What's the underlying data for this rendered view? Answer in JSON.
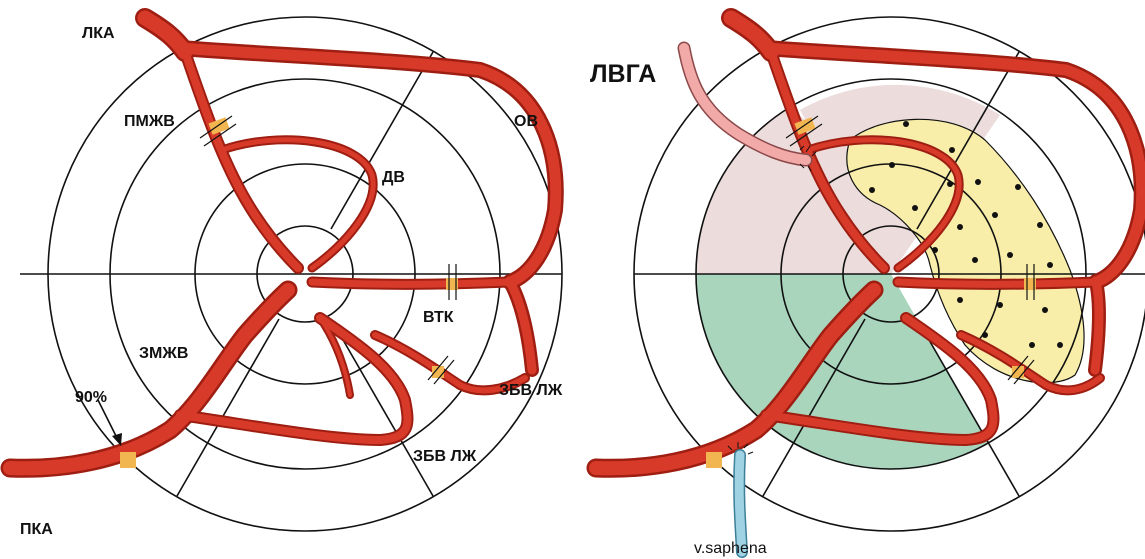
{
  "left_diagram": {
    "labels": {
      "lka": "ЛКА",
      "pmzhv": "ПМЖВ",
      "ov": "ОВ",
      "dv": "ДВ",
      "vtk": "ВТК",
      "zmzhv": "ЗМЖВ",
      "stenosis_percent": "90%",
      "zbv_lzh_1": "ЗБВ ЛЖ",
      "zbv_lzh_2": "ЗБВ ЛЖ",
      "pka": "ПКА"
    }
  },
  "right_diagram": {
    "labels": {
      "lvga": "ЛВГА",
      "v_saphena": "v.saphena"
    }
  },
  "colors": {
    "artery": "#d83a2a",
    "artery_dark": "#9e1e12",
    "stenosis": "#f2b650",
    "ischemia_zone": "#f8eeaa",
    "anterior_territory": "#ecdcdc",
    "inferior_territory": "#a9d5bd",
    "lvga_graft": "#f1aaa8",
    "vein_graft": "#9fd3e4",
    "grid_line": "#111111"
  },
  "icons": {
    "stenosis_arrow": "arrow-down-right"
  }
}
